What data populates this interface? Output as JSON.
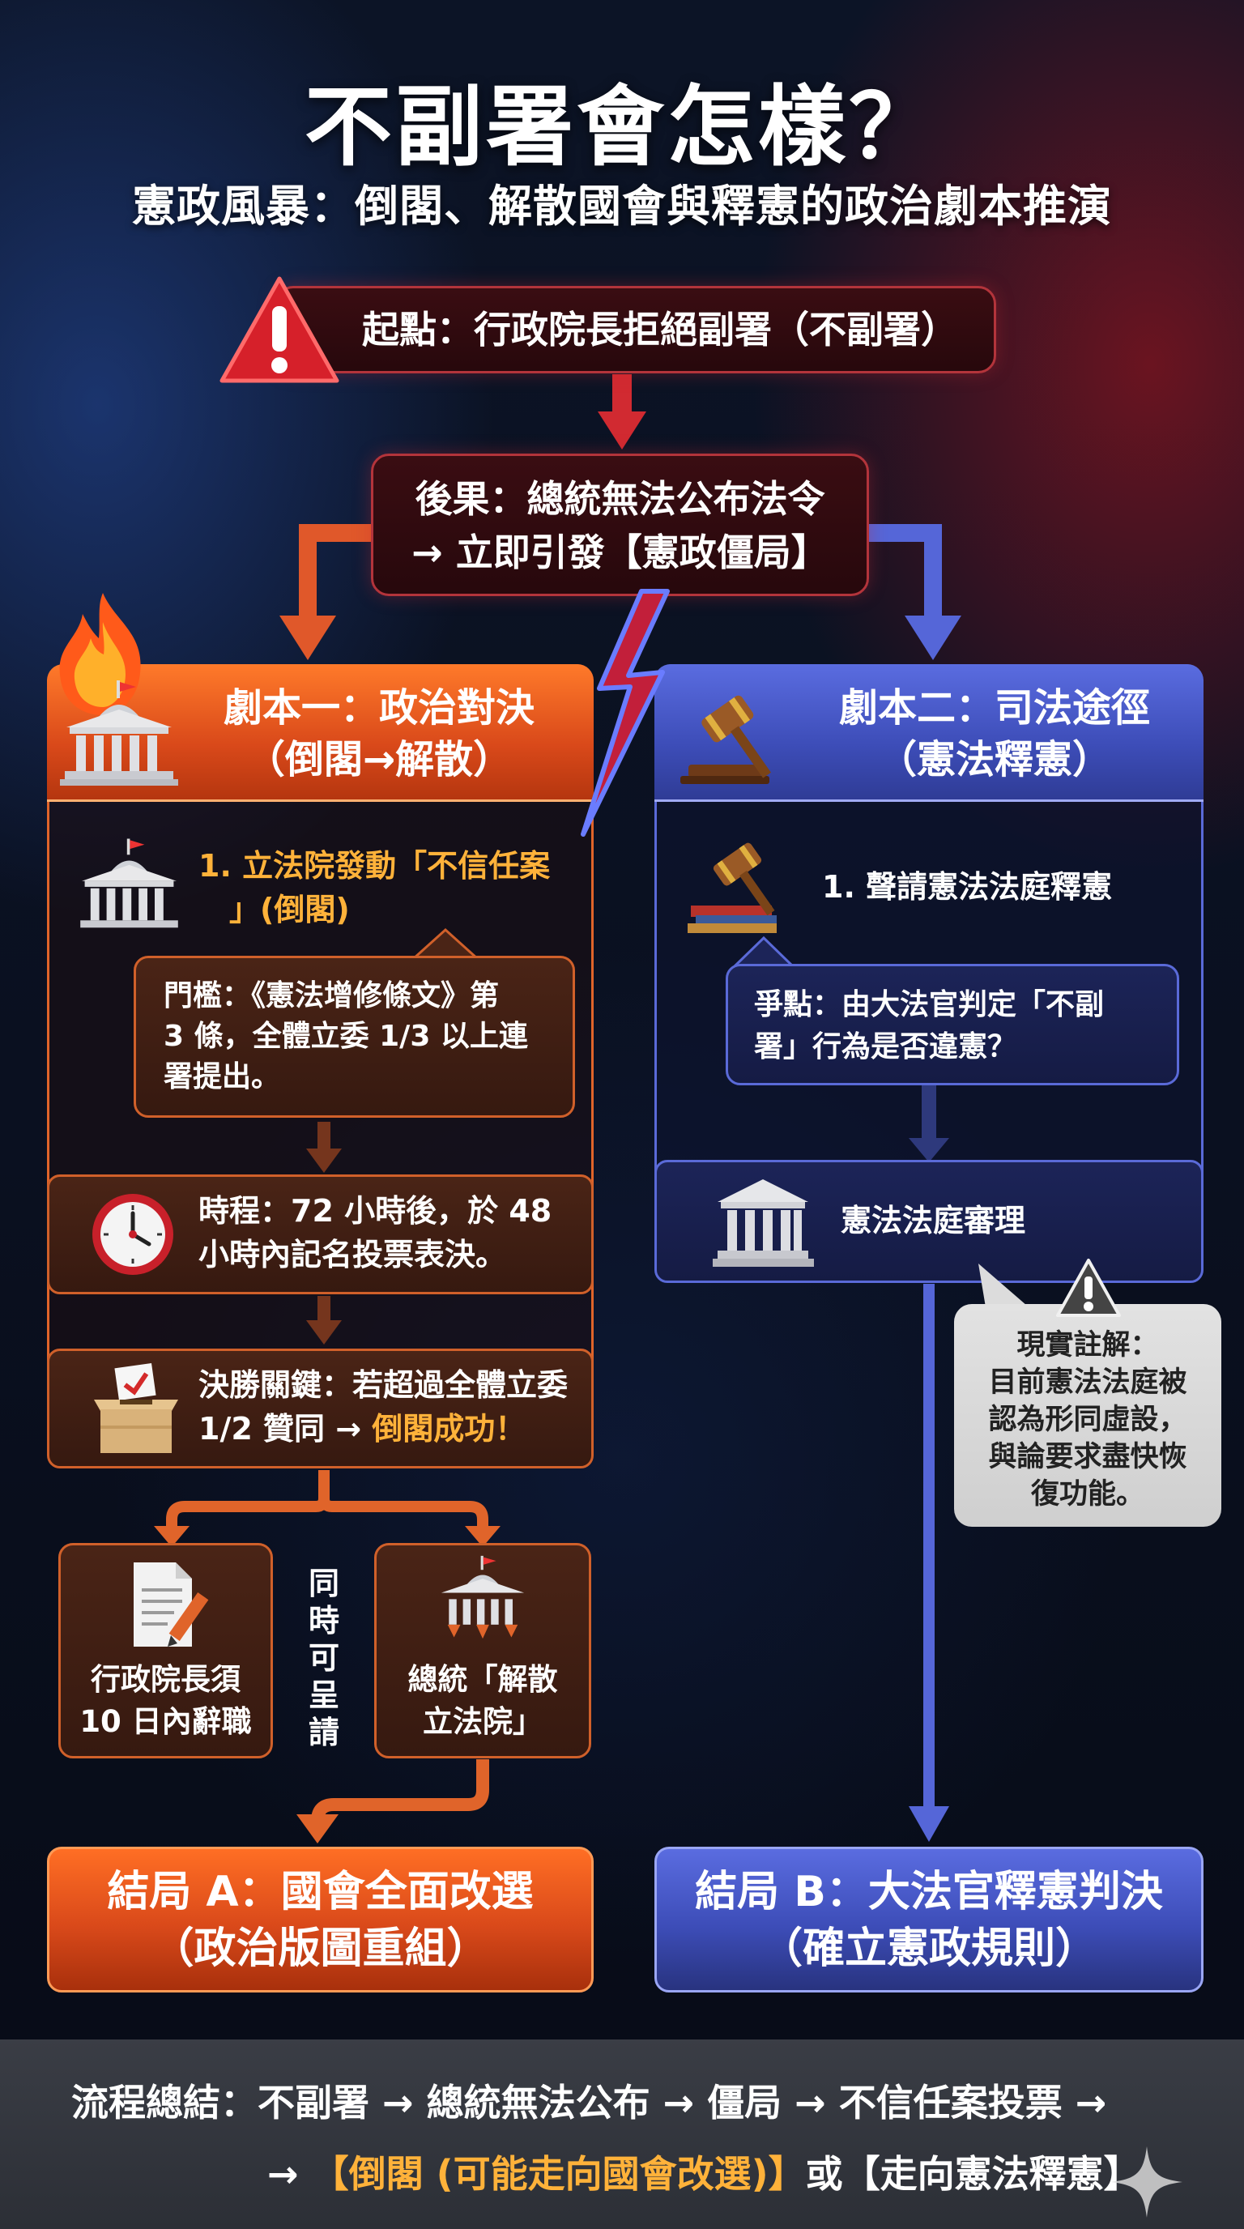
{
  "title": "不副署會怎樣？",
  "subtitle": "憲政風暴：倒閣、解散國會與釋憲的政治劇本推演",
  "start": {
    "label": "起點：行政院長拒絕副署（不副署）"
  },
  "consequence": {
    "line1": "後果：總統無法公布法令",
    "line2": "→ 立即引發【憲政僵局】"
  },
  "scenario_one": {
    "title_line1": "劇本一：政治對決",
    "title_line2": "（倒閣→解散）",
    "step1_line1": "1. 立法院發動「不信任案",
    "step1_line2": "」(倒閣)",
    "threshold_line1": "門檻：《憲法增修條文》第",
    "threshold_line2": "3 條，全體立委 1/3 以上連",
    "threshold_line3": "署提出。",
    "timeline_line1": "時程：72 小時後，於 48",
    "timeline_line2": "小時內記名投票表決。",
    "decisive_line1": "決勝關鍵：若超過全體立委",
    "decisive_line2_a": "1/2 贊同 → ",
    "decisive_line2_b": "倒閣成功！",
    "resign_line1": "行政院長須",
    "resign_line2": "10 日內辭職",
    "simultaneous": "同時可呈請",
    "dissolve_line1": "總統「解散",
    "dissolve_line2": "立法院」"
  },
  "scenario_two": {
    "title_line1": "劇本二：司法途徑",
    "title_line2": "（憲法釋憲）",
    "step1": "1. 聲請憲法法庭釋憲",
    "dispute_line1": "爭點：由大法官判定「不副",
    "dispute_line2": "署」行為是否違憲？",
    "court_review": "憲法法庭審理",
    "note_line1": "現實註解：",
    "note_line2": "目前憲法法庭被",
    "note_line3": "認為形同虛設，",
    "note_line4": "與論要求盡快恢",
    "note_line5": "復功能。"
  },
  "ending_a": {
    "line1": "結局 A：國會全面改選",
    "line2": "（政治版圖重組）"
  },
  "ending_b": {
    "line1": "結局 B：大法官釋憲判決",
    "line2": "（確立憲政規則）"
  },
  "summary": {
    "line1": "流程總結：不副署 → 總統無法公布 → 僵局 → 不信任案投票 →",
    "line2_a": "→ ",
    "line2_b": "【倒閣 (可能走向國會改選)】",
    "line2_c": "或",
    "line2_d": "【走向憲法釋憲】"
  },
  "colors": {
    "red_accent": "#b3343b",
    "orange_accent": "#e0642a",
    "blue_accent": "#5a6ad8",
    "highlight_yellow": "#ffb23a"
  },
  "icons": [
    "warning-icon",
    "flame-icon",
    "parliament-building-icon",
    "lightning-icon",
    "gavel-icon",
    "gavel-books-icon",
    "clock-icon",
    "ballot-box-icon",
    "document-pen-icon",
    "court-building-icon",
    "sparkle-icon"
  ]
}
